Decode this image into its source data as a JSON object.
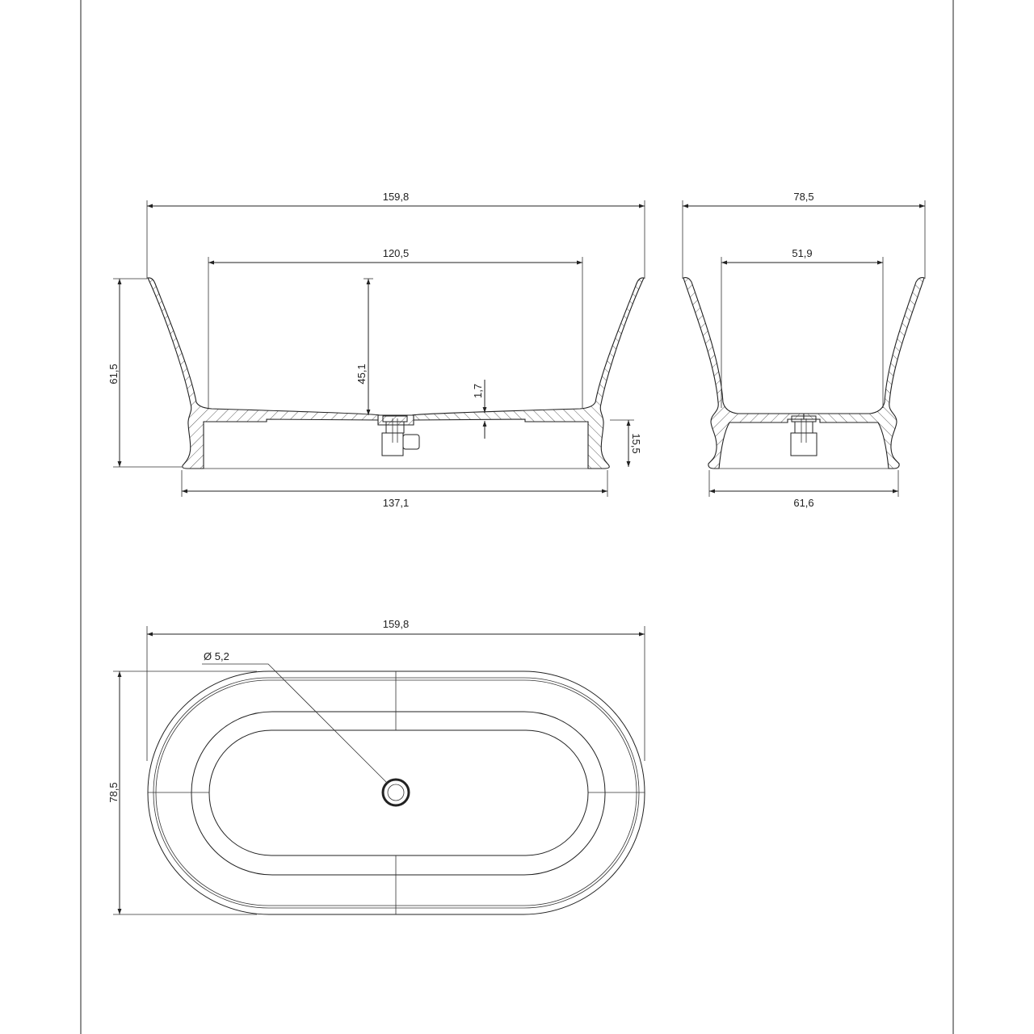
{
  "drawing": {
    "front_view": {
      "overall_length": "159,8",
      "inner_length": "120,5",
      "overall_height": "61,5",
      "inner_depth": "45,1",
      "wall_thickness": "1,7",
      "base_height": "15,5",
      "base_length": "137,1"
    },
    "side_view": {
      "overall_width": "78,5",
      "inner_width": "51,9",
      "base_width": "61,6"
    },
    "top_view": {
      "overall_length": "159,8",
      "overall_width": "78,5",
      "drain_diameter": "Ø 5,2"
    }
  }
}
